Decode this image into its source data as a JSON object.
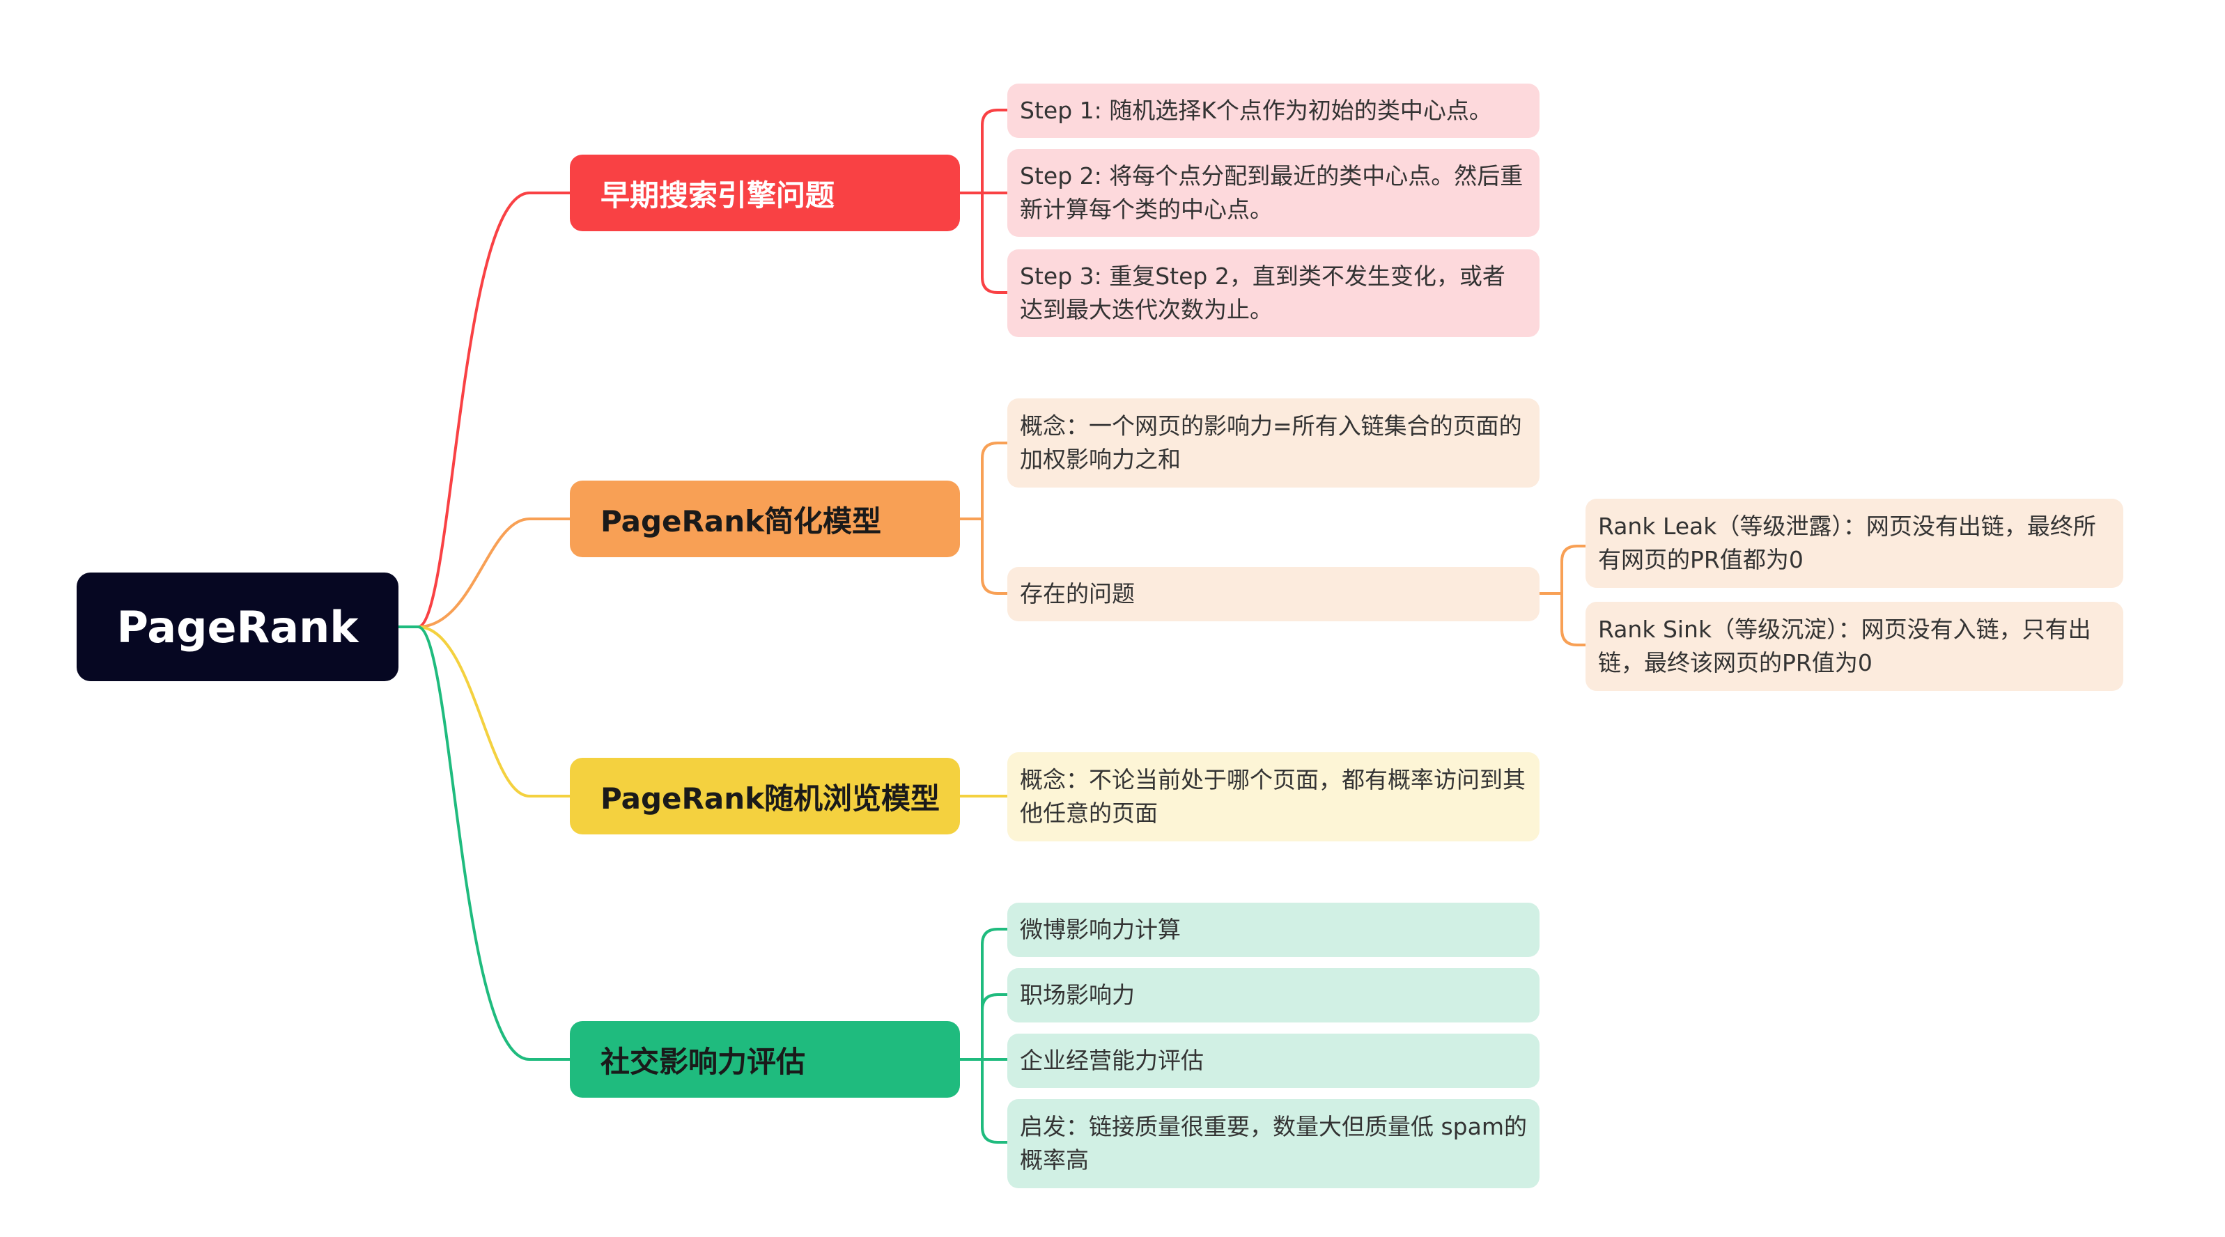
{
  "root": {
    "label": "PageRank"
  },
  "colors": {
    "root": "#060722",
    "red": "#f94144",
    "orange": "#f8a055",
    "yellow": "#f4d13f",
    "green": "#1fbb7e"
  },
  "topics": [
    {
      "label": "早期搜索引擎问题",
      "items": [
        "Step 1: 随机选择K个点作为初始的类中心点。",
        "Step 2: 将每个点分配到最近的类中心点。然后重新计算每个类的中心点。",
        "Step 3: 重复Step 2，直到类不发生变化，或者达到最大迭代次数为止。"
      ]
    },
    {
      "label": "PageRank简化模型",
      "items": [
        "概念：一个网页的影响力=所有入链集合的页面的加权影响力之和",
        "存在的问题"
      ],
      "subitems": [
        "Rank Leak（等级泄露）：网页没有出链，最终所有网页的PR值都为0",
        "Rank Sink（等级沉淀）：网页没有入链，只有出链，最终该网页的PR值为0"
      ]
    },
    {
      "label": "PageRank随机浏览模型",
      "items": [
        "概念：不论当前处于哪个页面，都有概率访问到其他任意的页面"
      ]
    },
    {
      "label": "社交影响力评估",
      "items": [
        "微博影响力计算",
        "职场影响力",
        "企业经营能力评估",
        "启发：链接质量很重要，数量大但质量低 spam的概率高"
      ]
    }
  ]
}
